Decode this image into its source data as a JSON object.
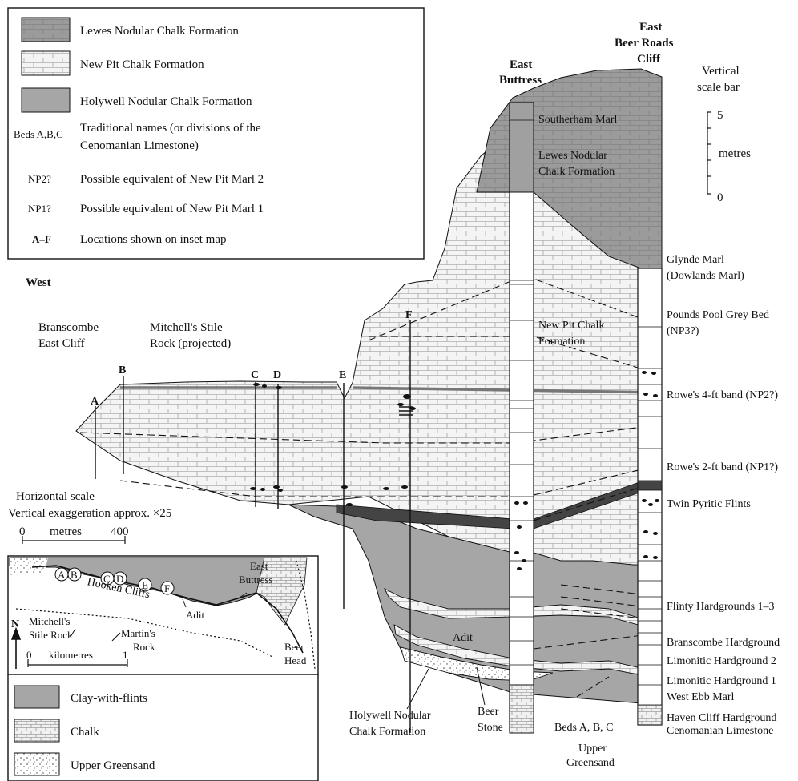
{
  "colors": {
    "lewes": "#9a9a9a",
    "holywell": "#a6a6a6",
    "chalk": "#f2f2f2",
    "clay": "#a8a8a8",
    "marker_band": "#444444",
    "line": "#111111"
  },
  "legend_top": {
    "items": [
      {
        "symbol": "lewes-swatch",
        "label": "Lewes Nodular Chalk Formation"
      },
      {
        "symbol": "newpit-swatch",
        "label": "New Pit Chalk Formation"
      },
      {
        "symbol": "holywell-swatch",
        "label": "Holywell Nodular Chalk Formation"
      },
      {
        "symbol": "Beds A,B,C",
        "label_line1": "Traditional names (or divisions of the",
        "label_line2": "Cenomanian Limestone)"
      },
      {
        "symbol": "NP2?",
        "label": "Possible equivalent of New Pit Marl 2"
      },
      {
        "symbol": "NP1?",
        "label": "Possible equivalent of New Pit Marl 1"
      },
      {
        "symbol": "A–F",
        "label": "Locations shown on inset map"
      }
    ]
  },
  "section": {
    "west": "West",
    "branscombe_line1": "Branscombe",
    "branscombe_line2": "East Cliff",
    "mitchells_line1": "Mitchell's Stile",
    "mitchells_line2": "Rock (projected)",
    "locations": [
      "A",
      "B",
      "C",
      "D",
      "E",
      "F"
    ],
    "east_buttress_line1": "East",
    "east_buttress_line2": "Buttress",
    "east_beer_line1": "East",
    "east_beer_line2": "Beer Roads",
    "east_beer_line3": "Cliff",
    "southerham": "Southerham Marl",
    "lewes_line1": "Lewes Nodular",
    "lewes_line2": "Chalk Formation",
    "newpit_line1": "New Pit Chalk",
    "newpit_line2": "Formation",
    "adit": "Adit",
    "holywell_line1": "Holywell Nodular",
    "holywell_line2": "Chalk Formation",
    "beer_stone_line1": "Beer",
    "beer_stone_line2": "Stone",
    "beds_abc": "Beds A, B, C",
    "upper_greensand_line1": "Upper",
    "upper_greensand_line2": "Greensand"
  },
  "scale": {
    "horizontal_title": "Horizontal scale",
    "exaggeration": "Vertical exaggeration approx. ×25",
    "h_zero": "0",
    "h_unit": "metres",
    "h_max": "400",
    "vertical_line1": "Vertical",
    "vertical_line2": "scale bar",
    "v_max": "5",
    "v_unit": "metres",
    "v_zero": "0"
  },
  "right_labels": [
    "Glynde Marl",
    "(Dowlands Marl)",
    "Pounds Pool Grey Bed",
    "(NP3?)",
    "Rowe's 4-ft band (NP2?)",
    "Rowe's 2-ft band (NP1?)",
    "Twin Pyritic Flints",
    "Flinty Hardgrounds 1–3",
    "Branscombe Hardground",
    "Limonitic Hardground 2",
    "Limonitic Hardground 1",
    "West Ebb Marl",
    "Haven Cliff Hardground",
    "Cenomanian Limestone"
  ],
  "inset": {
    "north": "N",
    "locations": [
      "A",
      "B",
      "C",
      "D",
      "E",
      "F"
    ],
    "hooken": "Hooken Cliffs",
    "east_buttress_line1": "East",
    "east_buttress_line2": "Buttress",
    "adit": "Adit",
    "mitchells_line1": "Mitchell's",
    "mitchells_line2": "Stile Rock",
    "martins_line1": "Martin's",
    "martins_line2": "Rock",
    "beer_head_line1": "Beer",
    "beer_head_line2": "Head",
    "scale_zero": "0",
    "scale_unit": "kilometres",
    "scale_max": "1"
  },
  "legend_bottom": {
    "items": [
      {
        "symbol": "clay-swatch",
        "label": "Clay-with-flints"
      },
      {
        "symbol": "chalk-swatch",
        "label": "Chalk"
      },
      {
        "symbol": "greensand-swatch",
        "label": "Upper Greensand"
      }
    ]
  }
}
